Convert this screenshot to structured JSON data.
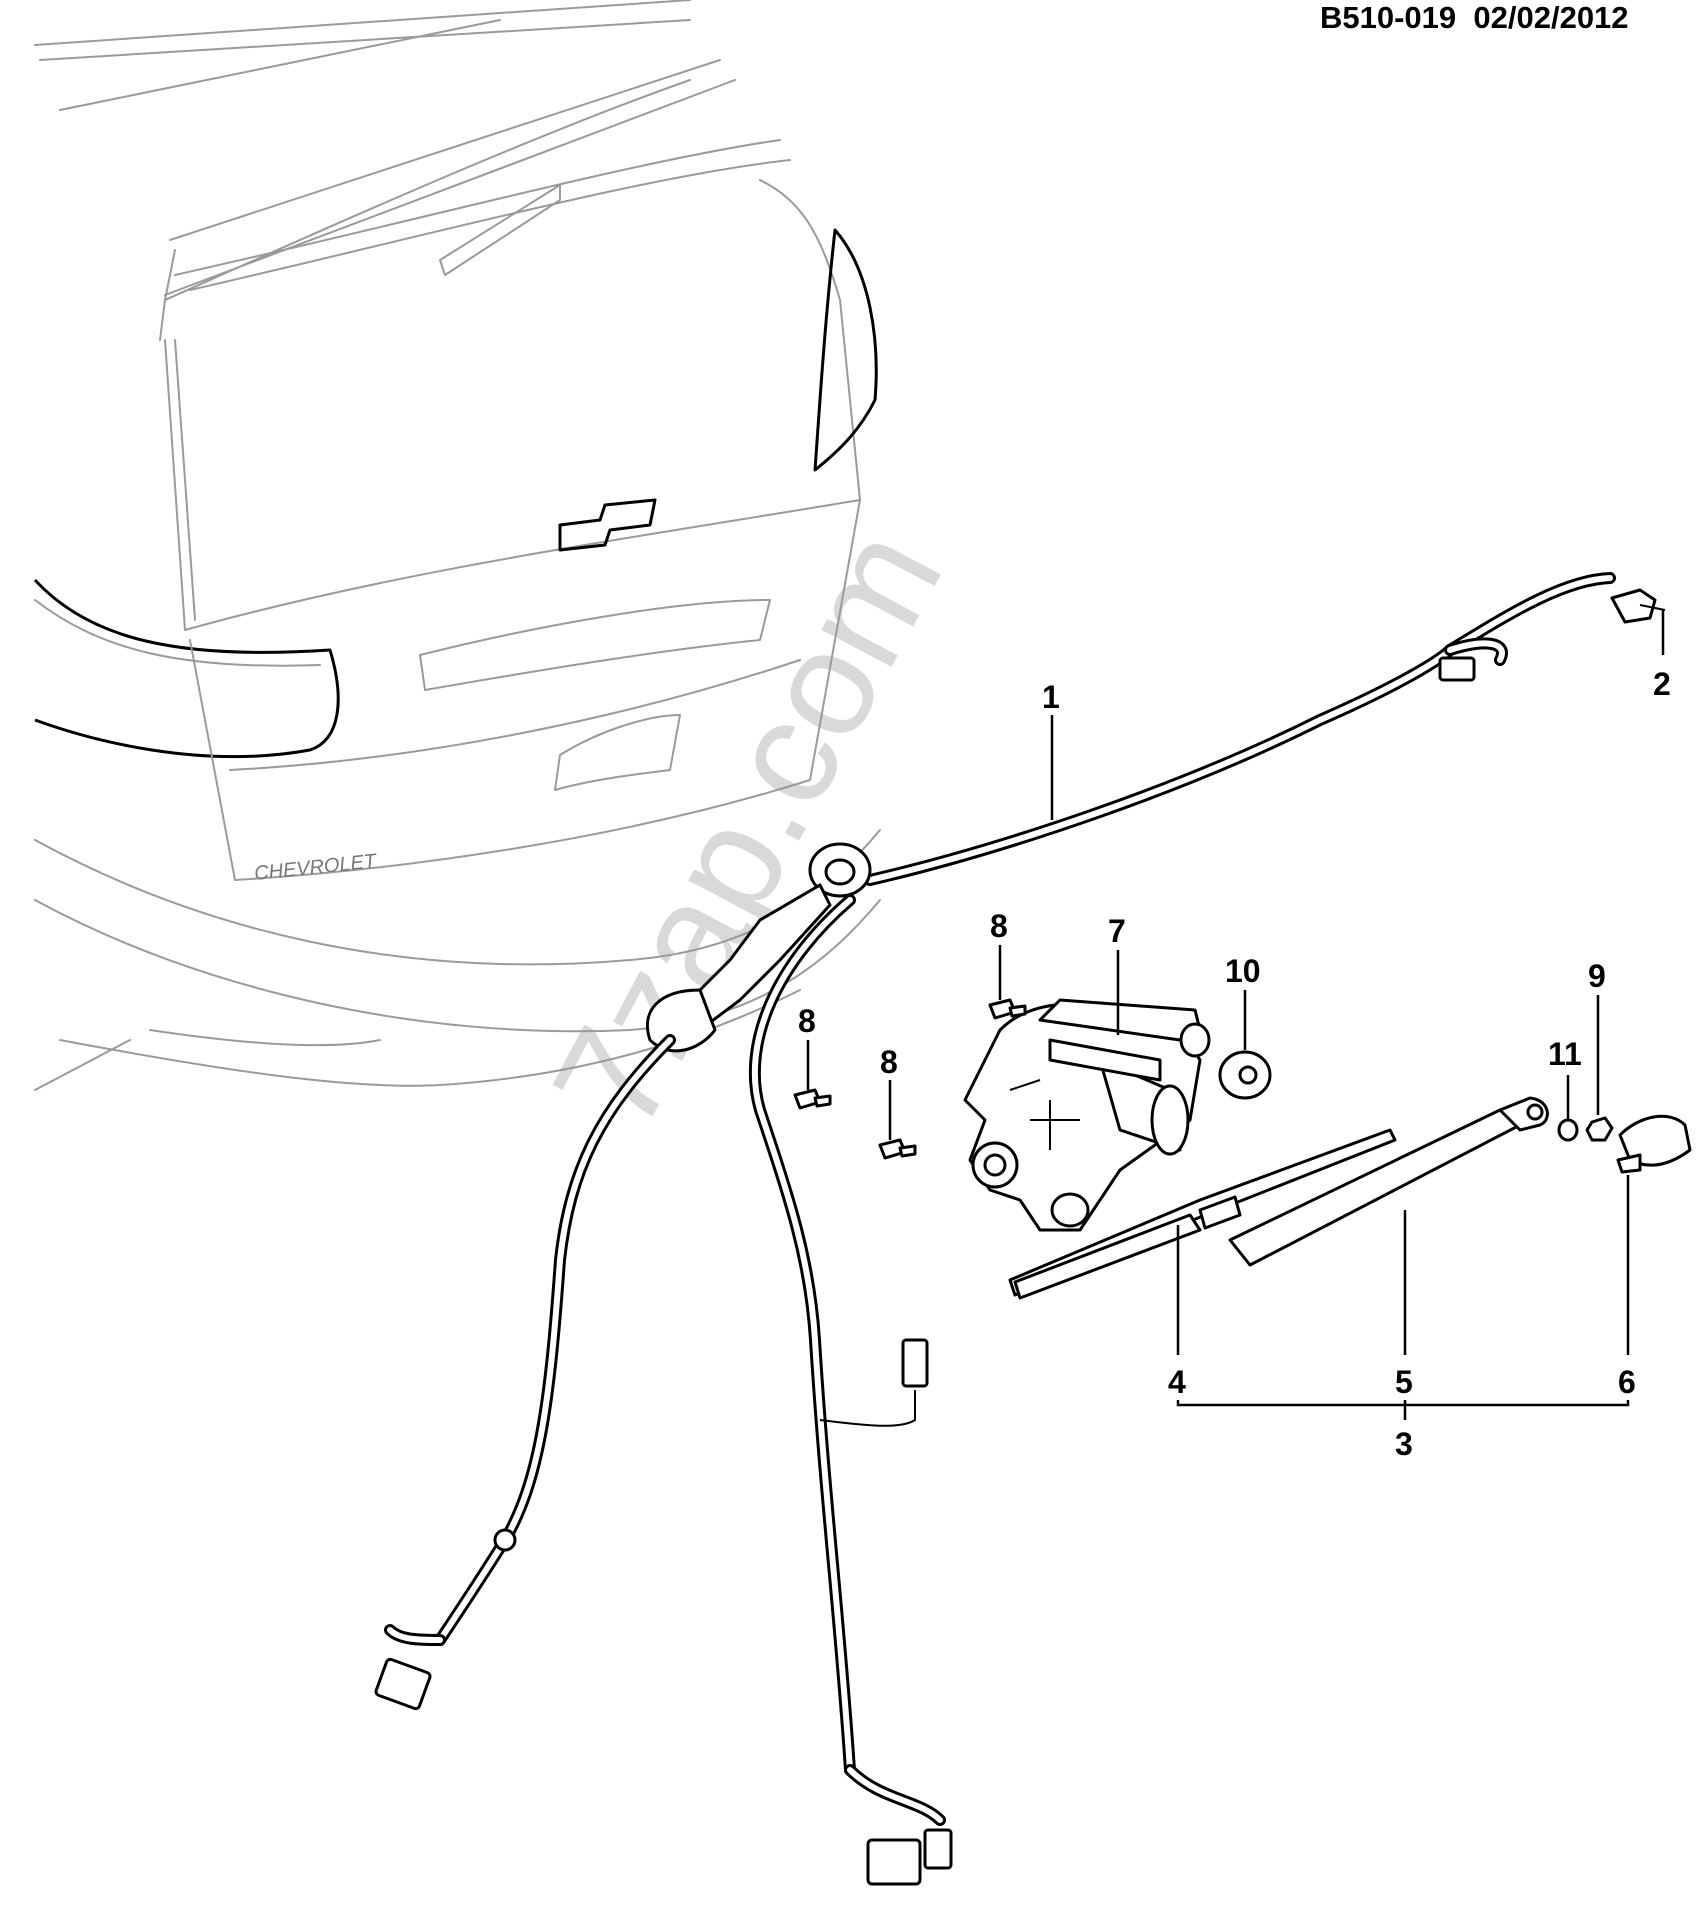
{
  "header": {
    "drawing_code": "B510-019",
    "date": "02/02/2012"
  },
  "watermark": "7zap.com",
  "emblem_text": "CHEVROLET",
  "callouts": {
    "c1": "1",
    "c2": "2",
    "c3": "3",
    "c4": "4",
    "c5": "5",
    "c6": "6",
    "c7": "7",
    "c8a": "8",
    "c8b": "8",
    "c8c": "8",
    "c9": "9",
    "c10": "10",
    "c11": "11"
  }
}
